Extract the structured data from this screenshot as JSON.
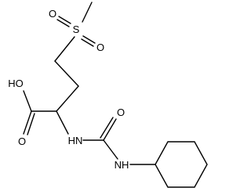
{
  "molecule": {
    "atoms": {
      "sulfur": "S",
      "sulfonyl_oxygen_top": "O",
      "sulfonyl_oxygen_bottom": "O",
      "acid_hydroxyl": "HO",
      "acid_carbonyl_oxygen": "O",
      "alpha_amine": "HN",
      "urea_carbonyl_oxygen": "O",
      "cyclohexyl_amine": "NH"
    }
  }
}
